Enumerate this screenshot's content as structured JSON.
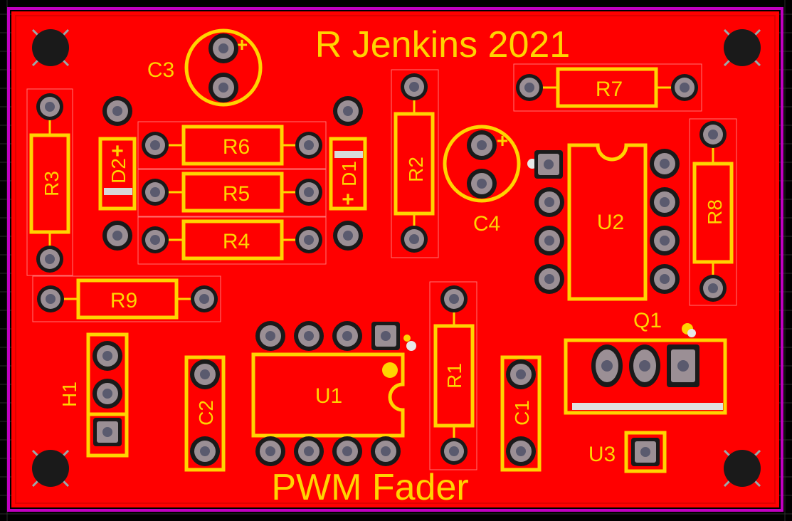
{
  "board": {
    "title": "R Jenkins 2021",
    "subtitle": "PWM Fader",
    "colors": {
      "background": "#000000",
      "copper": "#FF0000",
      "silkscreen": "#FFD400",
      "board_edge": "#C000C0",
      "pad": "#9B8F95",
      "pad_ring": "#1A1A1A"
    }
  },
  "components": {
    "C1": "C1",
    "C2": "C2",
    "C3": "C3",
    "C4": "C4",
    "D1": "D1",
    "D2": "D2",
    "H1": "H1",
    "Q1": "Q1",
    "R1": "R1",
    "R2": "R2",
    "R3": "R3",
    "R4": "R4",
    "R5": "R5",
    "R6": "R6",
    "R7": "R7",
    "R8": "R8",
    "R9": "R9",
    "U1": "U1",
    "U2": "U2",
    "U3": "U3"
  },
  "symbols": {
    "plus": "+"
  }
}
